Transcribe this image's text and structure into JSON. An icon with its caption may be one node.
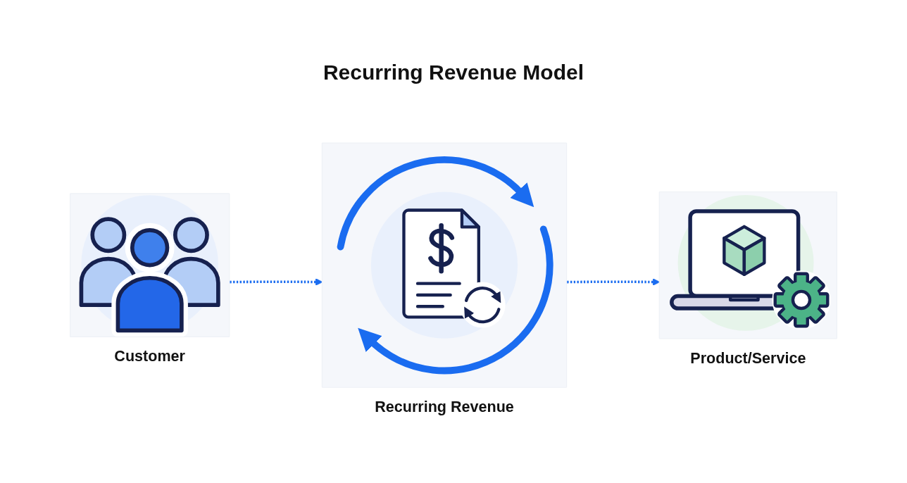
{
  "diagram": {
    "title": "Recurring Revenue Model",
    "nodes": [
      {
        "text": [
          "Customer"
        ]
      },
      {
        "text": [
          "Recurring Revenue"
        ]
      },
      {
        "text": [
          "Product/Service"
        ]
      }
    ],
    "edges": [
      {
        "from": 0,
        "to": 1,
        "arrow": "to",
        "style": "dashed"
      },
      {
        "from": 1,
        "to": 2,
        "arrow": "to",
        "style": "dashed"
      }
    ]
  }
}
